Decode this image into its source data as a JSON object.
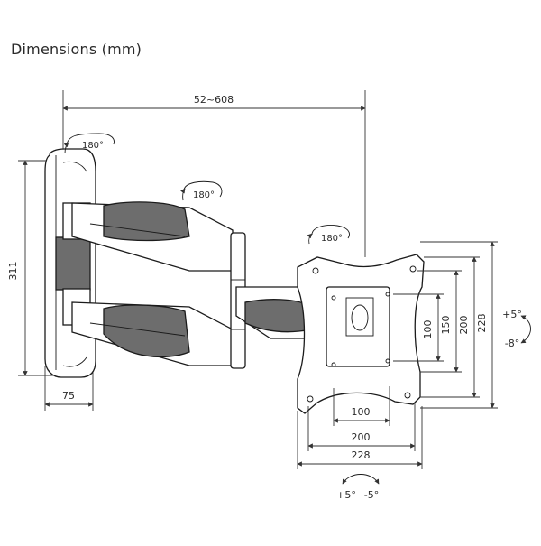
{
  "title": "Dimensions (mm)",
  "dimensions": {
    "reach": "52~608",
    "height": "311",
    "wall_plate_depth": "75",
    "vesa_h_100": "100",
    "vesa_h_200": "200",
    "vesa_h_228": "228",
    "vesa_v_100": "100",
    "vesa_v_150": "150",
    "vesa_v_200": "200",
    "vesa_v_228": "228"
  },
  "rotation": {
    "wall_swivel": "180°",
    "arm_swivel": "180°",
    "head_swivel": "180°"
  },
  "tilt": {
    "up": "+5°",
    "down": "-8°"
  },
  "swivel": {
    "left": "+5°",
    "right": "-5°"
  }
}
